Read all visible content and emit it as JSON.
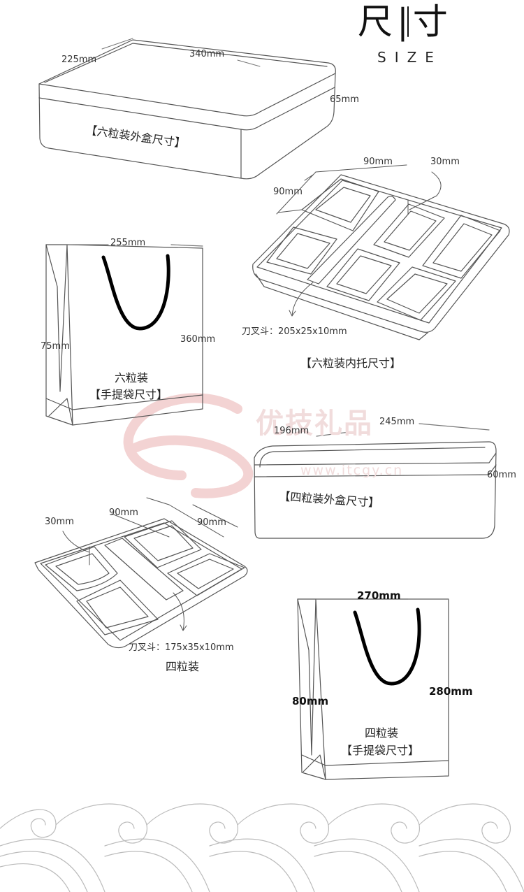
{
  "header": {
    "title": "尺|寸",
    "subtitle": "SIZE"
  },
  "six_box": {
    "width": "340mm",
    "depth": "225mm",
    "height": "65mm",
    "caption": "【六粒装外盒尺寸】"
  },
  "six_tray": {
    "len": "90mm",
    "wid": "90mm",
    "height": "30mm",
    "cutlery": "刀叉斗：205x25x10mm",
    "caption": "【六粒装内托尺寸】"
  },
  "six_bag": {
    "width": "255mm",
    "side": "75mm",
    "height": "360mm",
    "label": "六粒装",
    "caption": "【手提袋尺寸】"
  },
  "watermark": {
    "brand": "优技礼品",
    "url": "www.itcgy.cn"
  },
  "four_box": {
    "width": "245mm",
    "depth": "196mm",
    "height": "60mm",
    "caption": "【四粒装外盒尺寸】"
  },
  "four_tray": {
    "height": "30mm",
    "len": "90mm",
    "wid": "90mm",
    "cutlery": "刀叉斗：175x35x10mm",
    "caption": "四粒装"
  },
  "four_bag": {
    "width": "270mm",
    "side": "80mm",
    "height": "280mm",
    "label": "四粒装",
    "caption": "【手提袋尺寸】"
  },
  "colors": {
    "line": "#555555",
    "text": "#222222",
    "watermark": "#f3d6d6"
  }
}
